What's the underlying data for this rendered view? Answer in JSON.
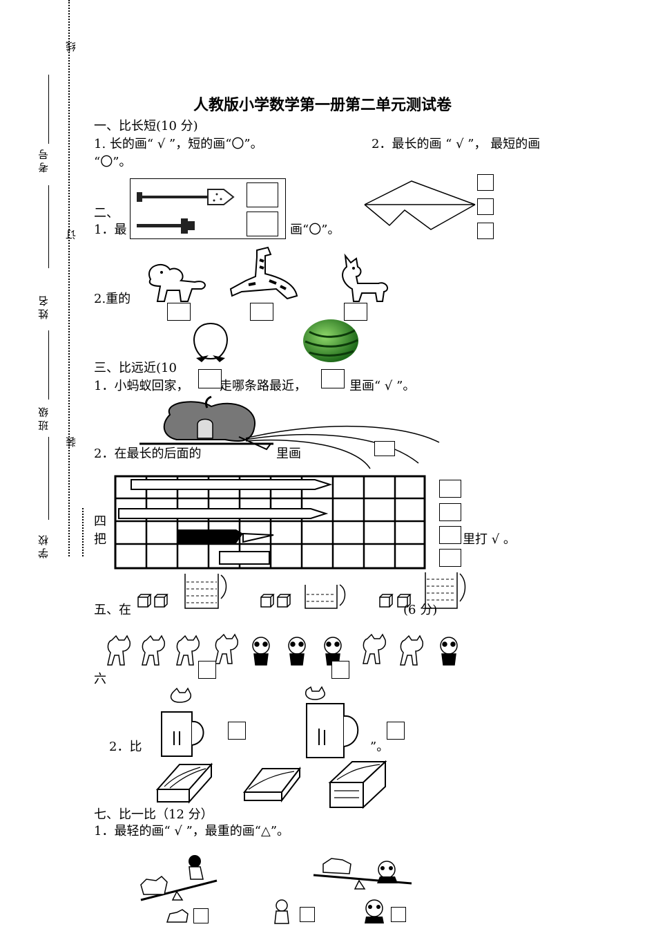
{
  "binding": {
    "school": "学校",
    "class": "班级",
    "name": "姓名",
    "exam_no": "考号",
    "line": "线",
    "bind": "订",
    "install": "装"
  },
  "title": "人教版小学数学第一册第二单元测试卷",
  "sections": {
    "s1_heading": "一、比长短(10 分)",
    "s1_q1": "1. 长的画“ √ ”，短的画“〇”。",
    "s1_q2": "2．最长的画 “ √ ”， 最短的画",
    "s1_q2_cont": "“〇”。",
    "s2_heading": "二、",
    "s2_q1a": "1．最",
    "s2_q1b": "画“〇”。",
    "s2_q2": "2.重的",
    "s3_heading": "三、比远近(10",
    "s3_q1a": "1．小蚂蚁回家，",
    "s3_q1b": "走哪条路最近，",
    "s3_q1c": "里画“ √ ”。",
    "s3_q2a": "2．在最长的后面的",
    "s3_q2b": "里画",
    "s4_a": "四",
    "s4_b": "把",
    "s4_c": "里打 √ 。",
    "s5_heading": "五、在",
    "s5_b": "(6 分)",
    "s6_heading": "六",
    "s6_q2a": "2．比",
    "s6_q2b": "”。",
    "s7_heading": "七、比一比（12 分）",
    "s7_q1": "1．最轻的画“ √ ”，最重的画“△”。"
  }
}
